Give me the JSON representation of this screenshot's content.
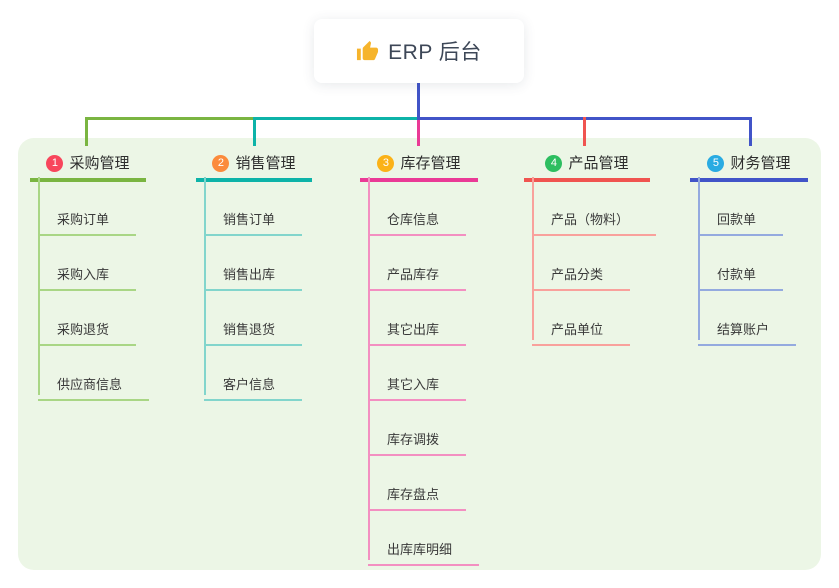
{
  "root": {
    "label": "ERP 后台",
    "icon": "thumbs-up-icon"
  },
  "branches": [
    {
      "number": "1",
      "label": "采购管理",
      "badge_color": "#f8465c",
      "line_color": "#7ab541",
      "child_line_color": "#a9d685",
      "children": [
        "采购订单",
        "采购入库",
        "采购退货",
        "供应商信息"
      ]
    },
    {
      "number": "2",
      "label": "销售管理",
      "badge_color": "#fb8b3c",
      "line_color": "#0db3a8",
      "child_line_color": "#82d5cc",
      "children": [
        "销售订单",
        "销售出库",
        "销售退货",
        "客户信息"
      ]
    },
    {
      "number": "3",
      "label": "库存管理",
      "badge_color": "#fbb217",
      "line_color": "#ea3a96",
      "child_line_color": "#f38fc1",
      "children": [
        "仓库信息",
        "产品库存",
        "其它出库",
        "其它入库",
        "库存调拨",
        "库存盘点",
        "出库库明细"
      ]
    },
    {
      "number": "4",
      "label": "产品管理",
      "badge_color": "#2dbe60",
      "line_color": "#f05450",
      "child_line_color": "#f9a19c",
      "children": [
        "产品（物料）",
        "产品分类",
        "产品单位"
      ]
    },
    {
      "number": "5",
      "label": "财务管理",
      "badge_color": "#29abe2",
      "line_color": "#4154c8",
      "child_line_color": "#94aadf",
      "children": [
        "回款单",
        "付款单",
        "结算账户"
      ]
    }
  ],
  "colors": {
    "panel_bg": "#ecf6e6",
    "root_stem": "#4154c8",
    "root_text": "#3d4757",
    "thumb_icon": "#f6b42c"
  }
}
